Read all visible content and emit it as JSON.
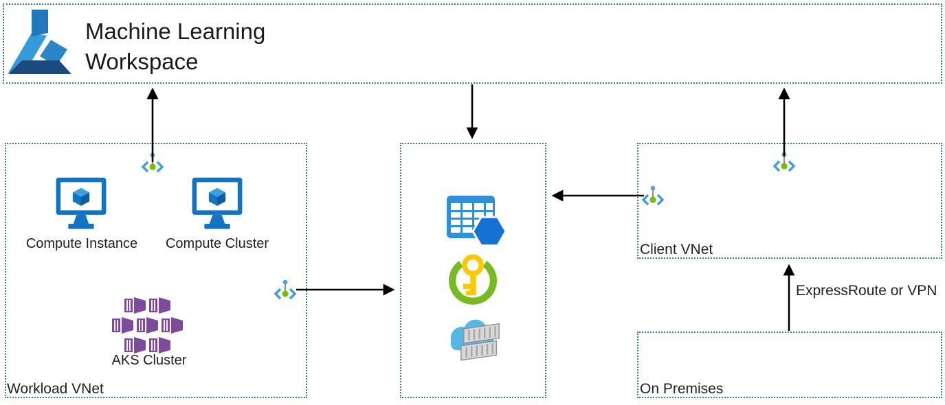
{
  "palette": {
    "border_blue": "#2E75B6",
    "arrow_black": "#000000",
    "azure_blue": "#1173C6",
    "aks_purple": "#804A9C",
    "keyvault_green": "#76BC21",
    "key_yellow": "#FDC800",
    "cloud_blue": "#55B7E4",
    "table_blue": "#2B90DE",
    "hexagon_blue": "#1571D4",
    "pe_chevron_blue": "#3B9FD9",
    "pe_dot_green": "#7CBB00",
    "pe_dot_blue": "#4AA3DD"
  },
  "workspace_box": {
    "title": "Machine Learning Workspace",
    "icon": "machine-learning-icon"
  },
  "workload_vnet_box": {
    "label": "Workload VNet",
    "compute_instance_label": "Compute Instance",
    "compute_cluster_label": "Compute Cluster",
    "aks_cluster_label": "AKS Cluster"
  },
  "services_box": {
    "icons": [
      "table-storage-icon",
      "key-vault-icon",
      "container-registry-icon"
    ]
  },
  "client_vnet_box": {
    "label": "Client VNet"
  },
  "on_premises_box": {
    "label": "On Premises"
  },
  "labels": {
    "expressroute": "ExpressRoute or VPN"
  }
}
